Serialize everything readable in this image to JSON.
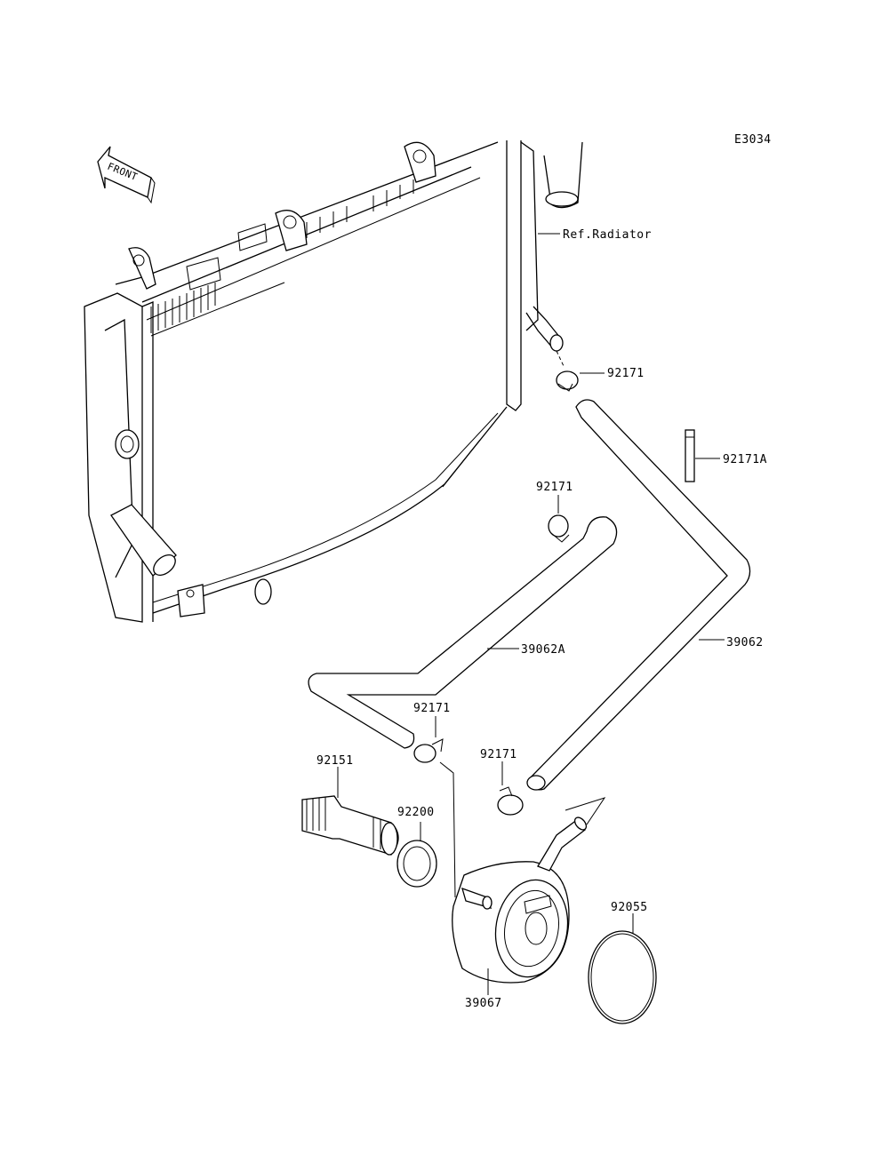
{
  "diagram_code": "E3034",
  "front_arrow_text": "FRONT",
  "labels": {
    "ref_radiator": "Ref.Radiator",
    "clamp_top": "92171",
    "band": "92171A",
    "clamp_mid": "92171",
    "hose_a": "39062A",
    "hose_b": "39062",
    "clamp_lower_left": "92171",
    "clamp_lower_right": "92171",
    "bolt": "92151",
    "gasket": "92200",
    "o_ring": "92055",
    "oil_cooler": "39067"
  }
}
